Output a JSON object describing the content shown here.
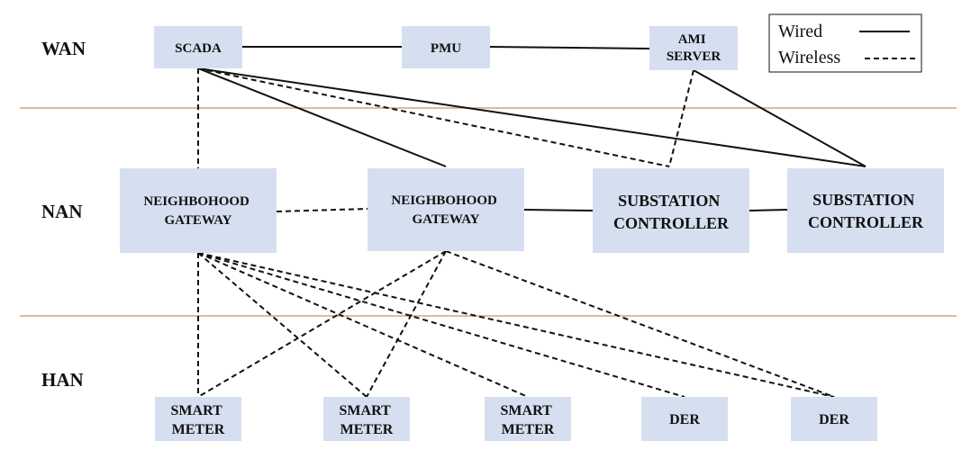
{
  "layers": {
    "wan": "WAN",
    "nan": "NAN",
    "han": "HAN"
  },
  "legend": {
    "wired_label": "Wired",
    "wireless_label": "Wireless"
  },
  "colors": {
    "node_fill": "#d5dff0",
    "separator": "#d8a373",
    "line": "#111111"
  },
  "nodes": {
    "scada": [
      "SCADA"
    ],
    "pmu": [
      "PMU"
    ],
    "ami_server": [
      "AMI",
      "SERVER"
    ],
    "gateway_1": [
      "NEIGHBOHOOD",
      "GATEWAY"
    ],
    "gateway_2": [
      "NEIGHBOHOOD",
      "GATEWAY"
    ],
    "substation_1": [
      "SUBSTATION",
      "CONTROLLER"
    ],
    "substation_2": [
      "SUBSTATION",
      "CONTROLLER"
    ],
    "meter_1": [
      "SMART",
      "METER"
    ],
    "meter_2": [
      "SMART",
      "METER"
    ],
    "meter_3": [
      "SMART",
      "METER"
    ],
    "der_1": [
      "DER"
    ],
    "der_2": [
      "DER"
    ]
  },
  "connections": [
    {
      "from": "scada",
      "to": "pmu",
      "type": "wired"
    },
    {
      "from": "pmu",
      "to": "ami_server",
      "type": "wired"
    },
    {
      "from": "scada",
      "to": "gateway_1",
      "type": "wireless"
    },
    {
      "from": "scada",
      "to": "gateway_2",
      "type": "wired"
    },
    {
      "from": "scada",
      "to": "substation_1",
      "type": "wireless"
    },
    {
      "from": "scada",
      "to": "substation_2",
      "type": "wired"
    },
    {
      "from": "ami_server",
      "to": "substation_1",
      "type": "wireless"
    },
    {
      "from": "ami_server",
      "to": "substation_2",
      "type": "wired"
    },
    {
      "from": "gateway_1",
      "to": "gateway_2",
      "type": "wireless"
    },
    {
      "from": "gateway_2",
      "to": "substation_1",
      "type": "wired"
    },
    {
      "from": "substation_1",
      "to": "substation_2",
      "type": "wired"
    },
    {
      "from": "gateway_1",
      "to": "meter_1",
      "type": "wireless"
    },
    {
      "from": "gateway_1",
      "to": "meter_2",
      "type": "wireless"
    },
    {
      "from": "gateway_1",
      "to": "meter_3",
      "type": "wireless"
    },
    {
      "from": "gateway_1",
      "to": "der_1",
      "type": "wireless"
    },
    {
      "from": "gateway_1",
      "to": "der_2",
      "type": "wireless"
    },
    {
      "from": "gateway_2",
      "to": "meter_1",
      "type": "wireless"
    },
    {
      "from": "gateway_2",
      "to": "meter_2",
      "type": "wireless"
    },
    {
      "from": "gateway_2",
      "to": "der_2",
      "type": "wireless"
    }
  ]
}
